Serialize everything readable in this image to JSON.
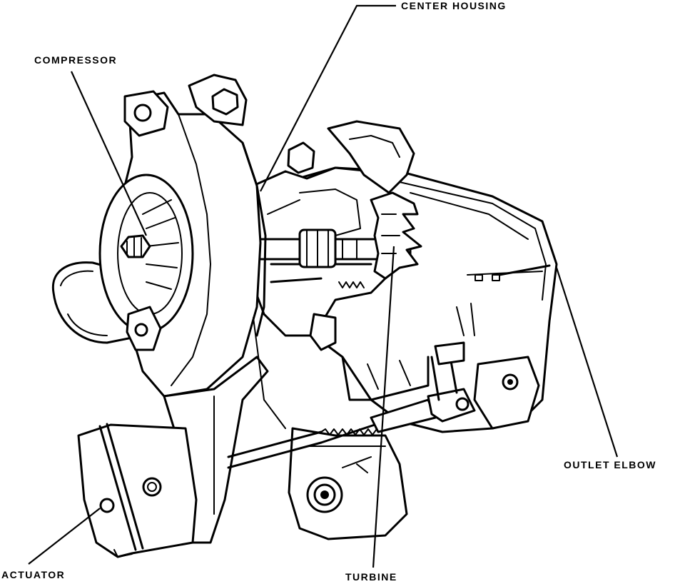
{
  "diagram": {
    "labels": {
      "center_housing": "CENTER HOUSING",
      "compressor": "COMPRESSOR",
      "outlet_elbow": "OUTLET ELBOW",
      "actuator": "ACTUATOR",
      "turbine": "TURBINE"
    },
    "colors": {
      "ink": "#000000",
      "background": "#ffffff"
    }
  }
}
